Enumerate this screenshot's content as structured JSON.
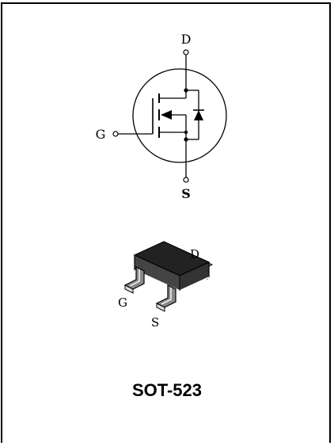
{
  "schematic": {
    "pins": {
      "drain": "D",
      "gate": "G",
      "source": "S"
    }
  },
  "package_drawing": {
    "pins": {
      "drain": "D",
      "gate": "G",
      "source": "S"
    }
  },
  "package_name": "SOT-523",
  "colors": {
    "line": "#000000",
    "background": "#ffffff"
  }
}
